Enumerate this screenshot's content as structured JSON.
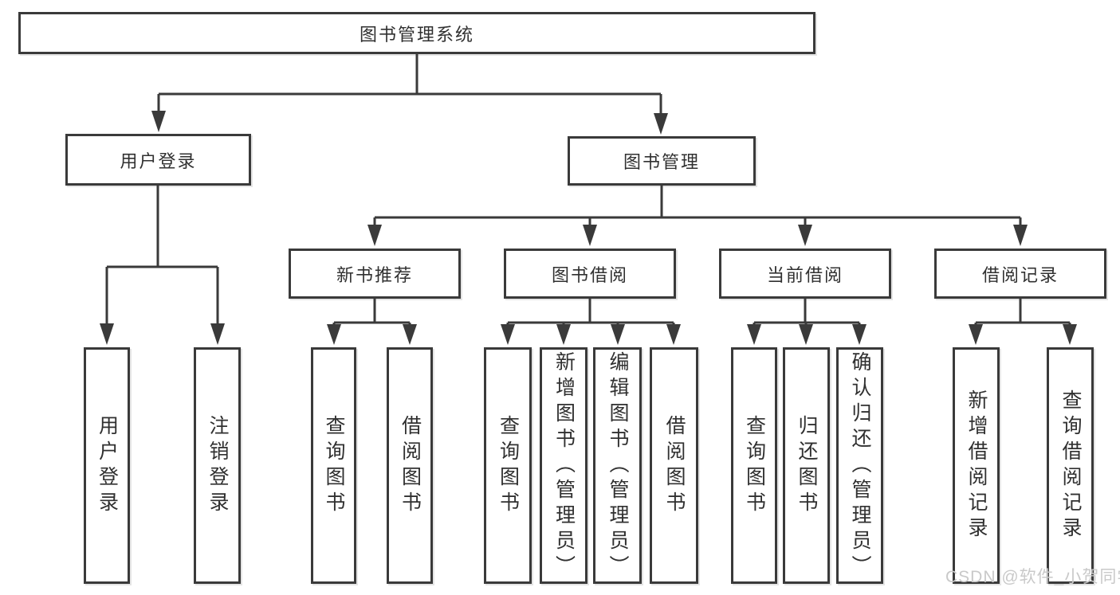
{
  "diagram_title": "图书管理系统",
  "watermark": "CSDN @软件_小贺同学",
  "colors": {
    "line": "#3a3a3a",
    "text": "#303030",
    "box_background": "#ffffff",
    "page_background": "#ffffff",
    "watermark": "#c9c9c9"
  },
  "tree": {
    "root": {
      "label": "图书管理系统"
    },
    "level2": [
      {
        "label": "用户登录"
      },
      {
        "label": "图书管理"
      }
    ],
    "level3": [
      {
        "label": "新书推荐"
      },
      {
        "label": "图书借阅"
      },
      {
        "label": "当前借阅"
      },
      {
        "label": "借阅记录"
      }
    ],
    "leaves": {
      "user_login": [
        {
          "label": "用户登录"
        },
        {
          "label": "注销登录"
        }
      ],
      "new_book_recommend": [
        {
          "label": "查询图书"
        },
        {
          "label": "借阅图书"
        }
      ],
      "book_borrowing": [
        {
          "label": "查询图书"
        },
        {
          "label": "新增图书（管理员）"
        },
        {
          "label": "编辑图书（管理员）"
        },
        {
          "label": "借阅图书"
        }
      ],
      "current_borrowing": [
        {
          "label": "查询图书"
        },
        {
          "label": "归还图书"
        },
        {
          "label": "确认归还（管理员）"
        }
      ],
      "borrowing_records": [
        {
          "label": "新增借阅记录"
        },
        {
          "label": "查询借阅记录"
        }
      ]
    }
  }
}
